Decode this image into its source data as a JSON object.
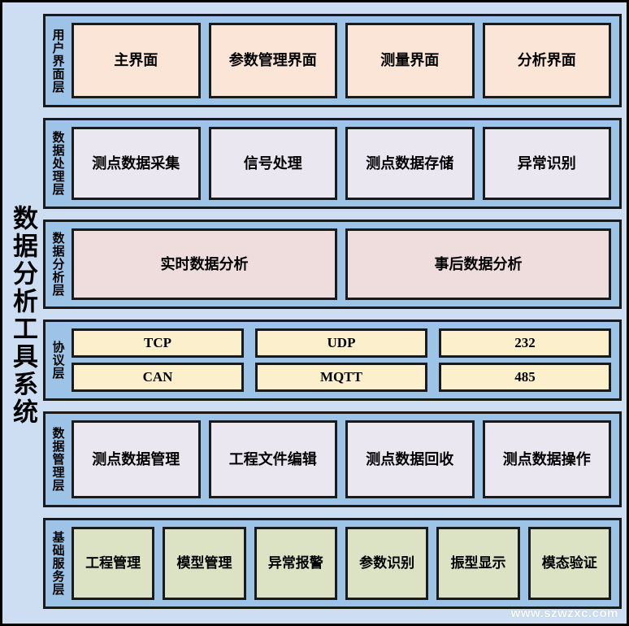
{
  "diagram": {
    "system_title": "数据分析工具系统",
    "watermark": "www.szwzxc.com",
    "colors": {
      "canvas_background": "#cddef2",
      "layer_band": "#9dc3e6",
      "border": "#1a1a1a",
      "ui_node": "#fbe5d6",
      "processing_node": "#ebe7f0",
      "analysis_node": "#efdcdc",
      "protocol_node": "#fcefcb",
      "management_node": "#ebe7f0",
      "service_node": "#dce3c4",
      "watermark_text": "#ffffff"
    },
    "layers": [
      {
        "key": "ui",
        "label": "用户界面层",
        "nodes": [
          "主界面",
          "参数管理界面",
          "测量界面",
          "分析界面"
        ]
      },
      {
        "key": "processing",
        "label": "数据处理层",
        "nodes": [
          "测点数据采集",
          "信号处理",
          "测点数据存储",
          "异常识别"
        ]
      },
      {
        "key": "analysis",
        "label": "数据分析层",
        "nodes": [
          "实时数据分析",
          "事后数据分析"
        ]
      },
      {
        "key": "protocol",
        "label": "协议层",
        "rows": [
          [
            "TCP",
            "UDP",
            "232"
          ],
          [
            "CAN",
            "MQTT",
            "485"
          ]
        ]
      },
      {
        "key": "management",
        "label": "数据管理层",
        "nodes": [
          "测点数据管理",
          "工程文件编辑",
          "测点数据回收",
          "测点数据操作"
        ]
      },
      {
        "key": "service",
        "label": "基础服务层",
        "nodes": [
          "工程管理",
          "模型管理",
          "异常报警",
          "参数识别",
          "振型显示",
          "模态验证"
        ]
      }
    ]
  }
}
